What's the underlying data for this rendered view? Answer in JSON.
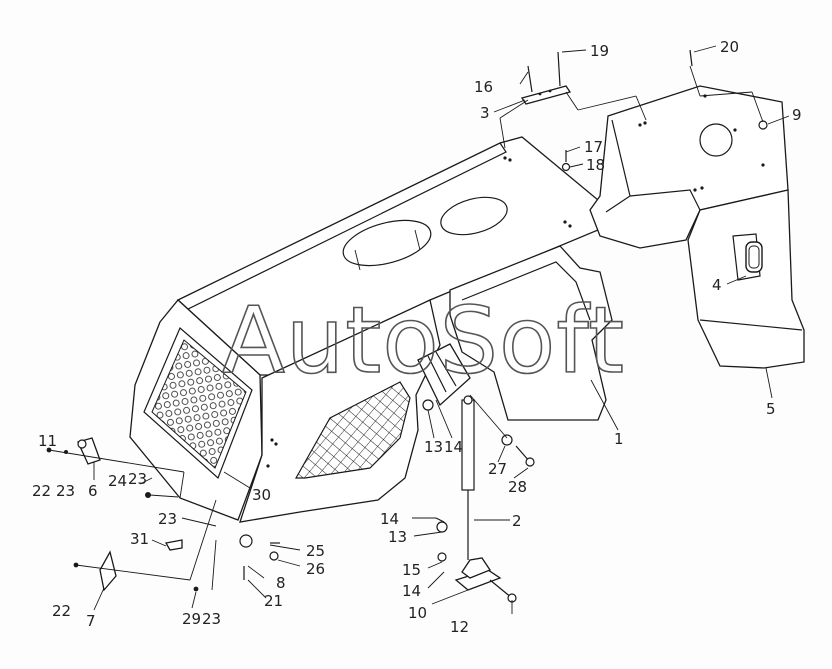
{
  "watermark": "AutoSoft",
  "callouts": [
    {
      "id": "c1",
      "text": "1"
    },
    {
      "id": "c2",
      "text": "2"
    },
    {
      "id": "c3",
      "text": "3"
    },
    {
      "id": "c4",
      "text": "4"
    },
    {
      "id": "c5",
      "text": "5"
    },
    {
      "id": "c6",
      "text": "6"
    },
    {
      "id": "c7",
      "text": "7"
    },
    {
      "id": "c8",
      "text": "8"
    },
    {
      "id": "c9",
      "text": "9"
    },
    {
      "id": "c10",
      "text": "10"
    },
    {
      "id": "c11",
      "text": "11"
    },
    {
      "id": "c12",
      "text": "12"
    },
    {
      "id": "c13a",
      "text": "13"
    },
    {
      "id": "c13b",
      "text": "13"
    },
    {
      "id": "c14a",
      "text": "14"
    },
    {
      "id": "c14b",
      "text": "14"
    },
    {
      "id": "c14c",
      "text": "14"
    },
    {
      "id": "c15",
      "text": "15"
    },
    {
      "id": "c16",
      "text": "16"
    },
    {
      "id": "c17",
      "text": "17"
    },
    {
      "id": "c18",
      "text": "18"
    },
    {
      "id": "c19",
      "text": "19"
    },
    {
      "id": "c20",
      "text": "20"
    },
    {
      "id": "c21",
      "text": "21"
    },
    {
      "id": "c22a",
      "text": "22"
    },
    {
      "id": "c22b",
      "text": "22"
    },
    {
      "id": "c23a",
      "text": "23"
    },
    {
      "id": "c23b",
      "text": "23"
    },
    {
      "id": "c23c",
      "text": "23"
    },
    {
      "id": "c23d",
      "text": "23"
    },
    {
      "id": "c24",
      "text": "24"
    },
    {
      "id": "c25",
      "text": "25"
    },
    {
      "id": "c26",
      "text": "26"
    },
    {
      "id": "c27",
      "text": "27"
    },
    {
      "id": "c28",
      "text": "28"
    },
    {
      "id": "c29",
      "text": "29"
    },
    {
      "id": "c30",
      "text": "30"
    },
    {
      "id": "c31",
      "text": "31"
    }
  ]
}
